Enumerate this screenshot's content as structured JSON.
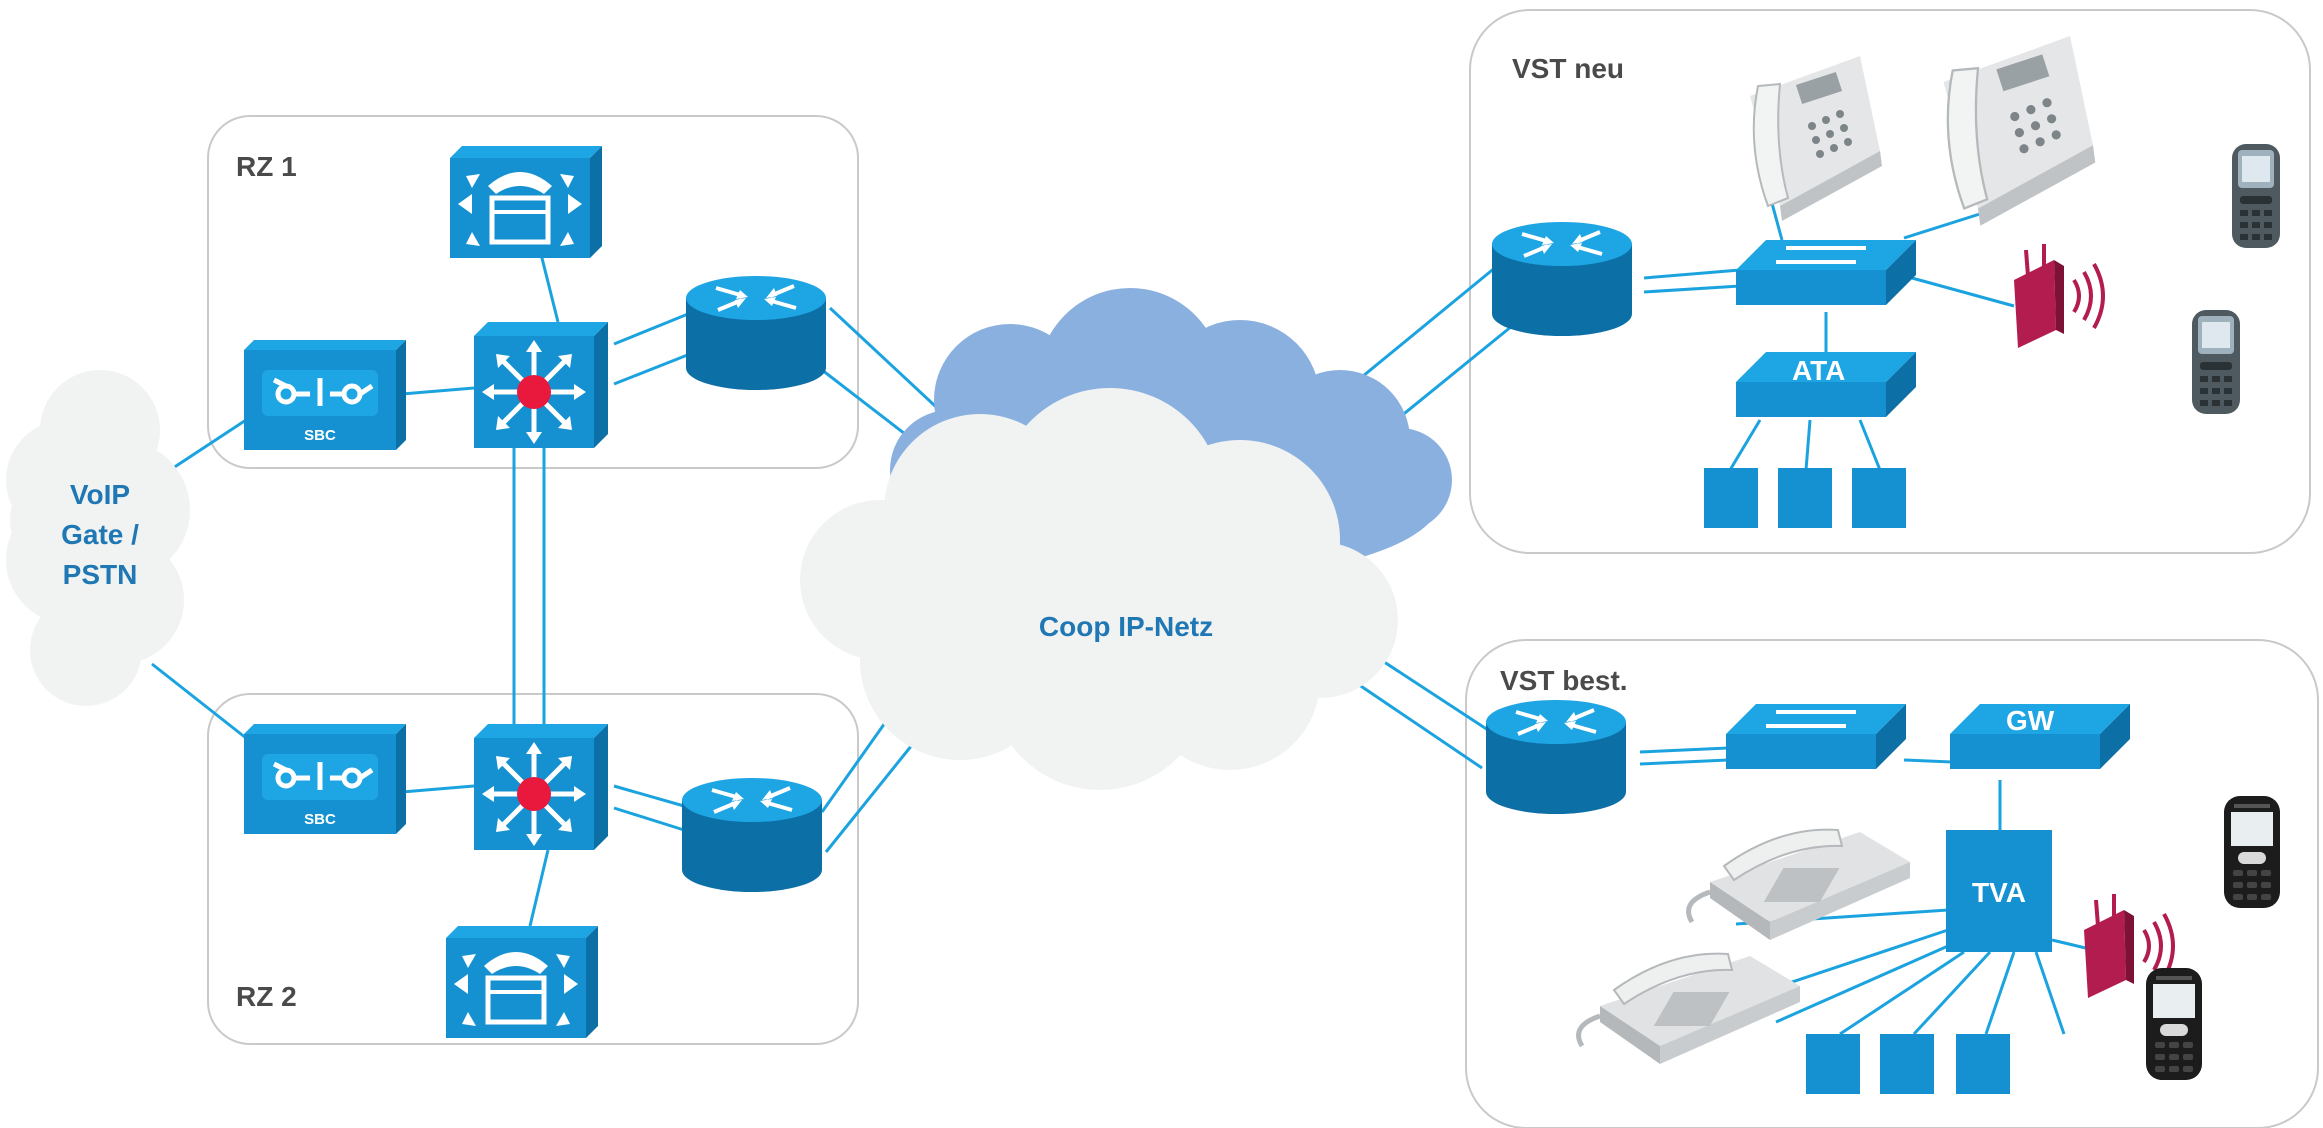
{
  "zones": {
    "rz1": "RZ 1",
    "rz2": "RZ 2",
    "vst_neu": "VST neu",
    "vst_best": "VST best."
  },
  "clouds": {
    "voip_line1": "VoIP",
    "voip_line2": "Gate /",
    "voip_line3": "PSTN",
    "core": "Coop IP-Netz"
  },
  "devices": {
    "sbc": "SBC",
    "ata": "ATA",
    "gw": "GW",
    "tva": "TVA"
  },
  "colors": {
    "device_face": "#1591d1",
    "device_top": "#1ea5e3",
    "device_side": "#0c6fa6",
    "link": "#1ba3e0",
    "cloud_back": "#8ab0e0",
    "cloud_front": "#f1f2f2",
    "switch_hub": "#e8193c",
    "access_point": "#b31c4f",
    "zone_border": "#c9c9c9",
    "label_gray": "#4a4a4a",
    "label_blue": "#1f78b4"
  }
}
